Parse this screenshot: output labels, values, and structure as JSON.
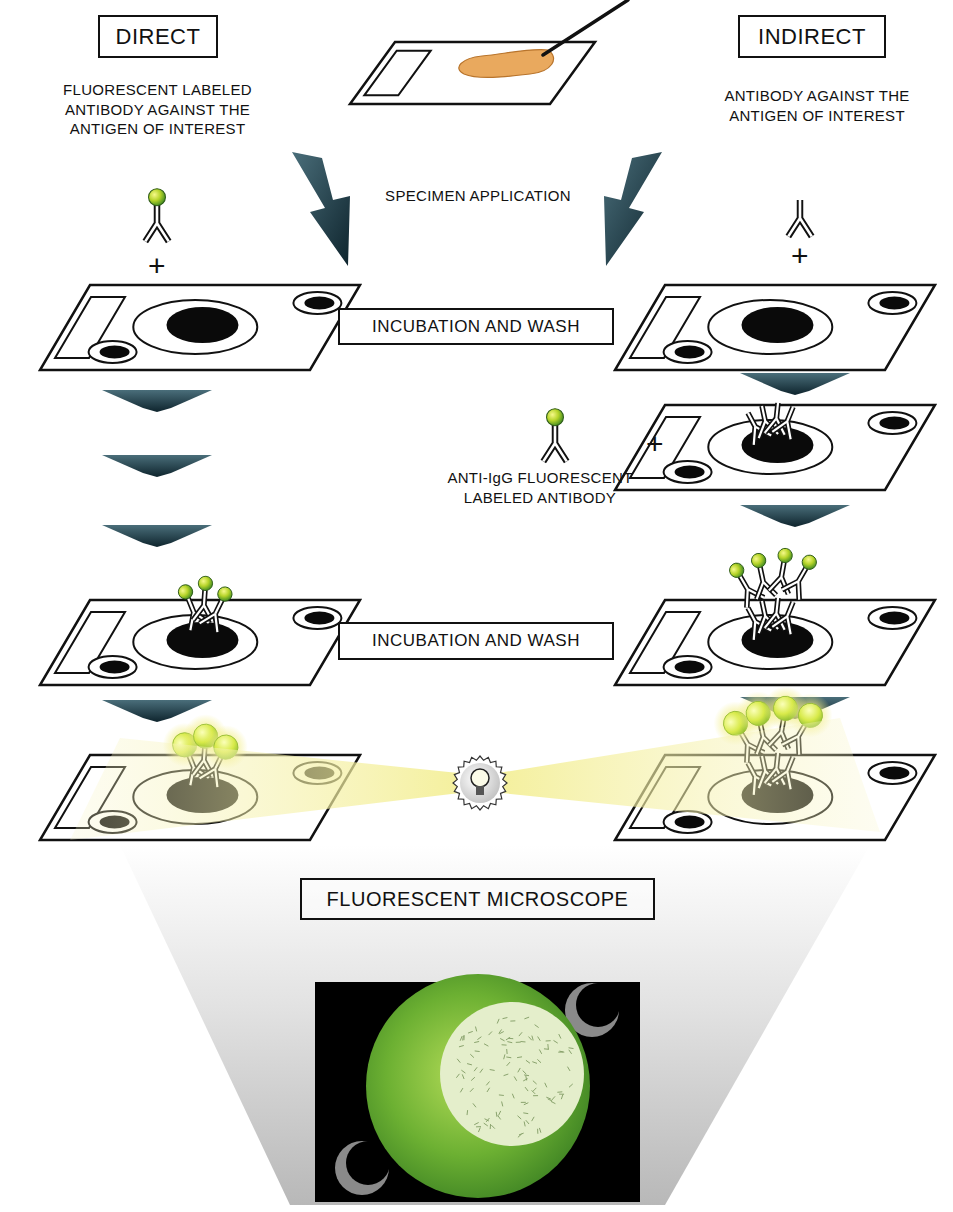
{
  "diagram": {
    "nodes": [
      {
        "text": [
          "DIRECT"
        ]
      },
      {
        "text": [
          "INDIRECT"
        ]
      },
      {
        "text": [
          "INCUBATION AND WASH"
        ]
      },
      {
        "text": [
          "INCUBATION AND WASH"
        ]
      },
      {
        "text": [
          "FLUORESCENT MICROSCOPE"
        ]
      }
    ],
    "labels": [
      "FLUORESCENT LABELED ANTIBODY AGAINST THE ANTIGEN OF INTEREST",
      "ANTIBODY AGAINST THE ANTIGEN OF INTEREST",
      "SPECIMEN APPLICATION",
      "+",
      "+",
      "+",
      "ANTI-IgG FLUORESCENT LABELED ANTIBODY"
    ]
  }
}
